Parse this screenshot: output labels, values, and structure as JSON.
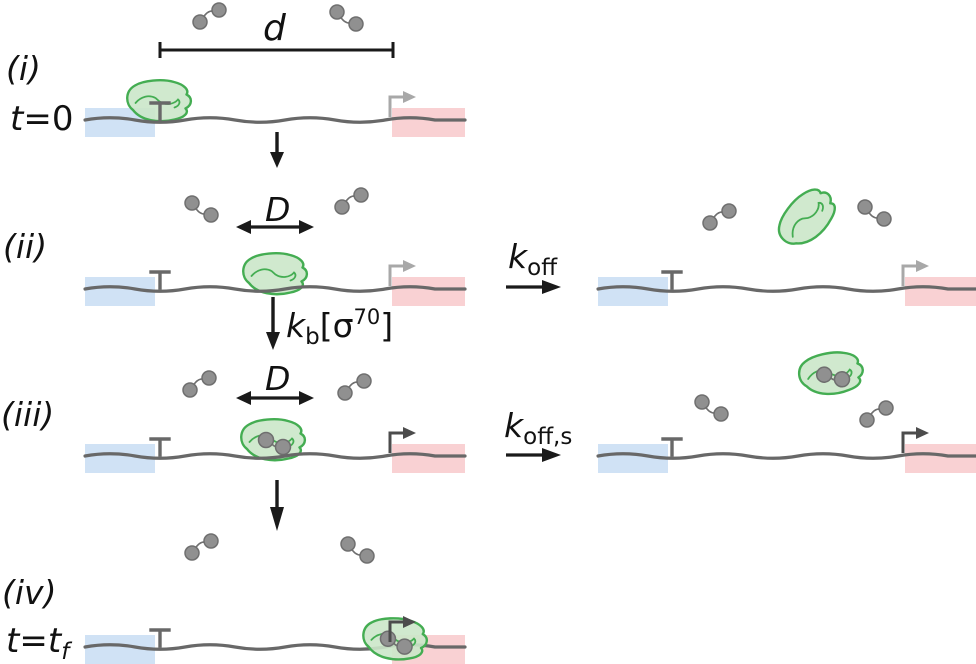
{
  "labels": {
    "stage_i": "(i)",
    "stage_ii": "(ii)",
    "stage_iii": "(iii)",
    "stage_iv": "(iv)",
    "t0_t": "t",
    "t0_rest": "=0",
    "tf_t": "t",
    "tf_eq": "=",
    "tf_t2": "t",
    "tf_sub": "f",
    "distance": "d",
    "diffusion_ii": "D",
    "diffusion_iii": "D",
    "koff_k": "k",
    "koff_sub": "off",
    "kb_k": "k",
    "kb_sub": "b",
    "kb_open": "[",
    "kb_sigma": "σ",
    "kb_sup": "70",
    "kb_close": "]",
    "koffs_k": "k",
    "koffs_sub": "off,s"
  },
  "colors": {
    "polymerase_fill": "#cbe7c9",
    "polymerase_stroke": "#44ad52",
    "sigma_fill": "#909090",
    "sigma_stroke": "#6f6f6f",
    "dna": "#686868",
    "promoter_left_box": "#d0e2f5",
    "promoter_right_box": "#f9d1d3",
    "promoter_arrow_inactive": "#a8a8a8",
    "promoter_arrow_active": "#4c4c4c",
    "flow_arrow": "#1a1a1a"
  }
}
